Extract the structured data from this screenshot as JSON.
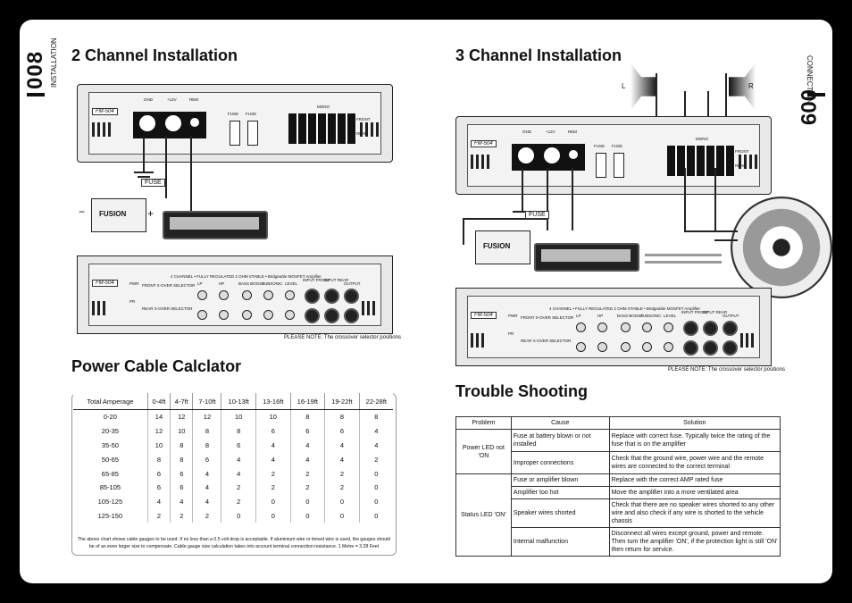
{
  "left": {
    "page_number": "008",
    "section": "INSTALLATION",
    "title_2ch": "2 Channel Installation",
    "title_power": "Power Cable Calclator"
  },
  "right": {
    "page_number": "009",
    "section": "CONNECTION",
    "title_3ch": "3 Channel Installation",
    "title_trouble": "Trouble Shooting"
  },
  "amp": {
    "model": "FM-504",
    "terminals": {
      "gnd": "GND",
      "plus12": "+12V",
      "rem": "REM"
    },
    "fuse_label": "FUSE",
    "mono": "MONO",
    "front": "FRONT",
    "rear": "REAR",
    "brand": "FUSION",
    "panel_title": "4 CHANNEL • FULLY REGULATED 2 OHM STABLE • Bridgeable MOSFET Amplifier",
    "pwr": "PWR",
    "pr": "PR",
    "front_xover": "FRONT X-OVER SELECTOR",
    "rear_xover": "REAR X-OVER SELECTOR",
    "lp": "LP",
    "hp": "HP",
    "bass_boost": "BASS BOOST",
    "subsonic": "SUBSONIC",
    "level": "LEVEL",
    "input_front": "INPUT FRONT",
    "input_rear": "INPUT REAR",
    "output": "OUTPUT",
    "l": "L",
    "r": "R",
    "battery_fuse": "FUSE",
    "battery_brand": "FUSION",
    "note": "PLEASE NOTE: The crossover selector positions"
  },
  "speakers": {
    "left": "L",
    "right": "R"
  },
  "power_table": {
    "headers": [
      "Total Amperage",
      "0-4ft",
      "4-7ft",
      "7-10ft",
      "10-13ft",
      "13-16ft",
      "16-19ft",
      "19-22ft",
      "22-28ft"
    ],
    "rows": [
      [
        "0-20",
        "14",
        "12",
        "12",
        "10",
        "10",
        "8",
        "8",
        "8"
      ],
      [
        "20-35",
        "12",
        "10",
        "8",
        "8",
        "6",
        "6",
        "6",
        "4"
      ],
      [
        "35-50",
        "10",
        "8",
        "8",
        "6",
        "4",
        "4",
        "4",
        "4"
      ],
      [
        "50-65",
        "8",
        "8",
        "6",
        "4",
        "4",
        "4",
        "4",
        "2"
      ],
      [
        "65-85",
        "6",
        "6",
        "4",
        "4",
        "2",
        "2",
        "2",
        "0"
      ],
      [
        "85-105",
        "6",
        "6",
        "4",
        "2",
        "2",
        "2",
        "2",
        "0"
      ],
      [
        "105-125",
        "4",
        "4",
        "4",
        "2",
        "0",
        "0",
        "0",
        "0"
      ],
      [
        "125-150",
        "2",
        "2",
        "2",
        "0",
        "0",
        "0",
        "0",
        "0"
      ]
    ],
    "footnote": "The above chart shows cable gauges to be used. If no less than a 0.5 volt drop is acceptable. If aluminium wire or tinned wire is used, the gauges should be of an even larger size to compensate. Cable gauge size calculation takes into account terminal connection resistance.  1 Metre = 3.28 Feet"
  },
  "trouble_table": {
    "headers": [
      "Problem",
      "Cause",
      "Solution"
    ],
    "groups": [
      {
        "problem": "Power LED not 'ON",
        "rows": [
          {
            "cause": "Fuse at battery blown or not installed",
            "solution": "Replace with correct fuse. Typically twice the rating of the fuse that is on the  amplifier"
          },
          {
            "cause": "Improper connections",
            "solution": "Check that the ground wire, power wire and the remote wires are connected to the correct terminal"
          }
        ]
      },
      {
        "problem": "Status LED 'ON'",
        "rows": [
          {
            "cause": "Fuse or amplifier blown",
            "solution": "Replace with the correct AMP rated fuse"
          },
          {
            "cause": "Amplifier too hot",
            "solution": "Move the amplifier into a more ventilated area"
          },
          {
            "cause": "Speaker wires shorted",
            "solution": "Check that there are no speaker wires shorted to any other wire and also check if any wire is shorted to the  vehicle chassis"
          },
          {
            "cause": "Internal malfunction",
            "solution": "Disconnect all wires except ground, power and remote. Then turn the amplifier 'ON', if the protection light is still 'ON' then return for service."
          }
        ]
      }
    ]
  }
}
